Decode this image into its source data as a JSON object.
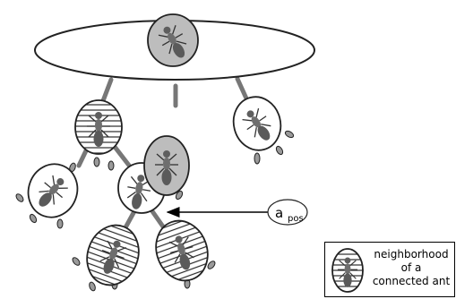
{
  "diagram": {
    "pointer_label": {
      "main": "a",
      "subscript": "pos"
    },
    "legend": {
      "lines": [
        "neighborhood",
        "of a",
        "connected ant"
      ]
    },
    "colors": {
      "outline": "#222222",
      "platform_fill": "#ffffff",
      "plain_neighborhood_fill": "#ffffff",
      "dark_neighborhood_fill": "#bdbdbd",
      "ant_body": "#6a6a6a",
      "leg_fill": "#9a9a9a"
    },
    "icons": [
      "ant-icon",
      "striped-neighborhood-icon"
    ]
  }
}
